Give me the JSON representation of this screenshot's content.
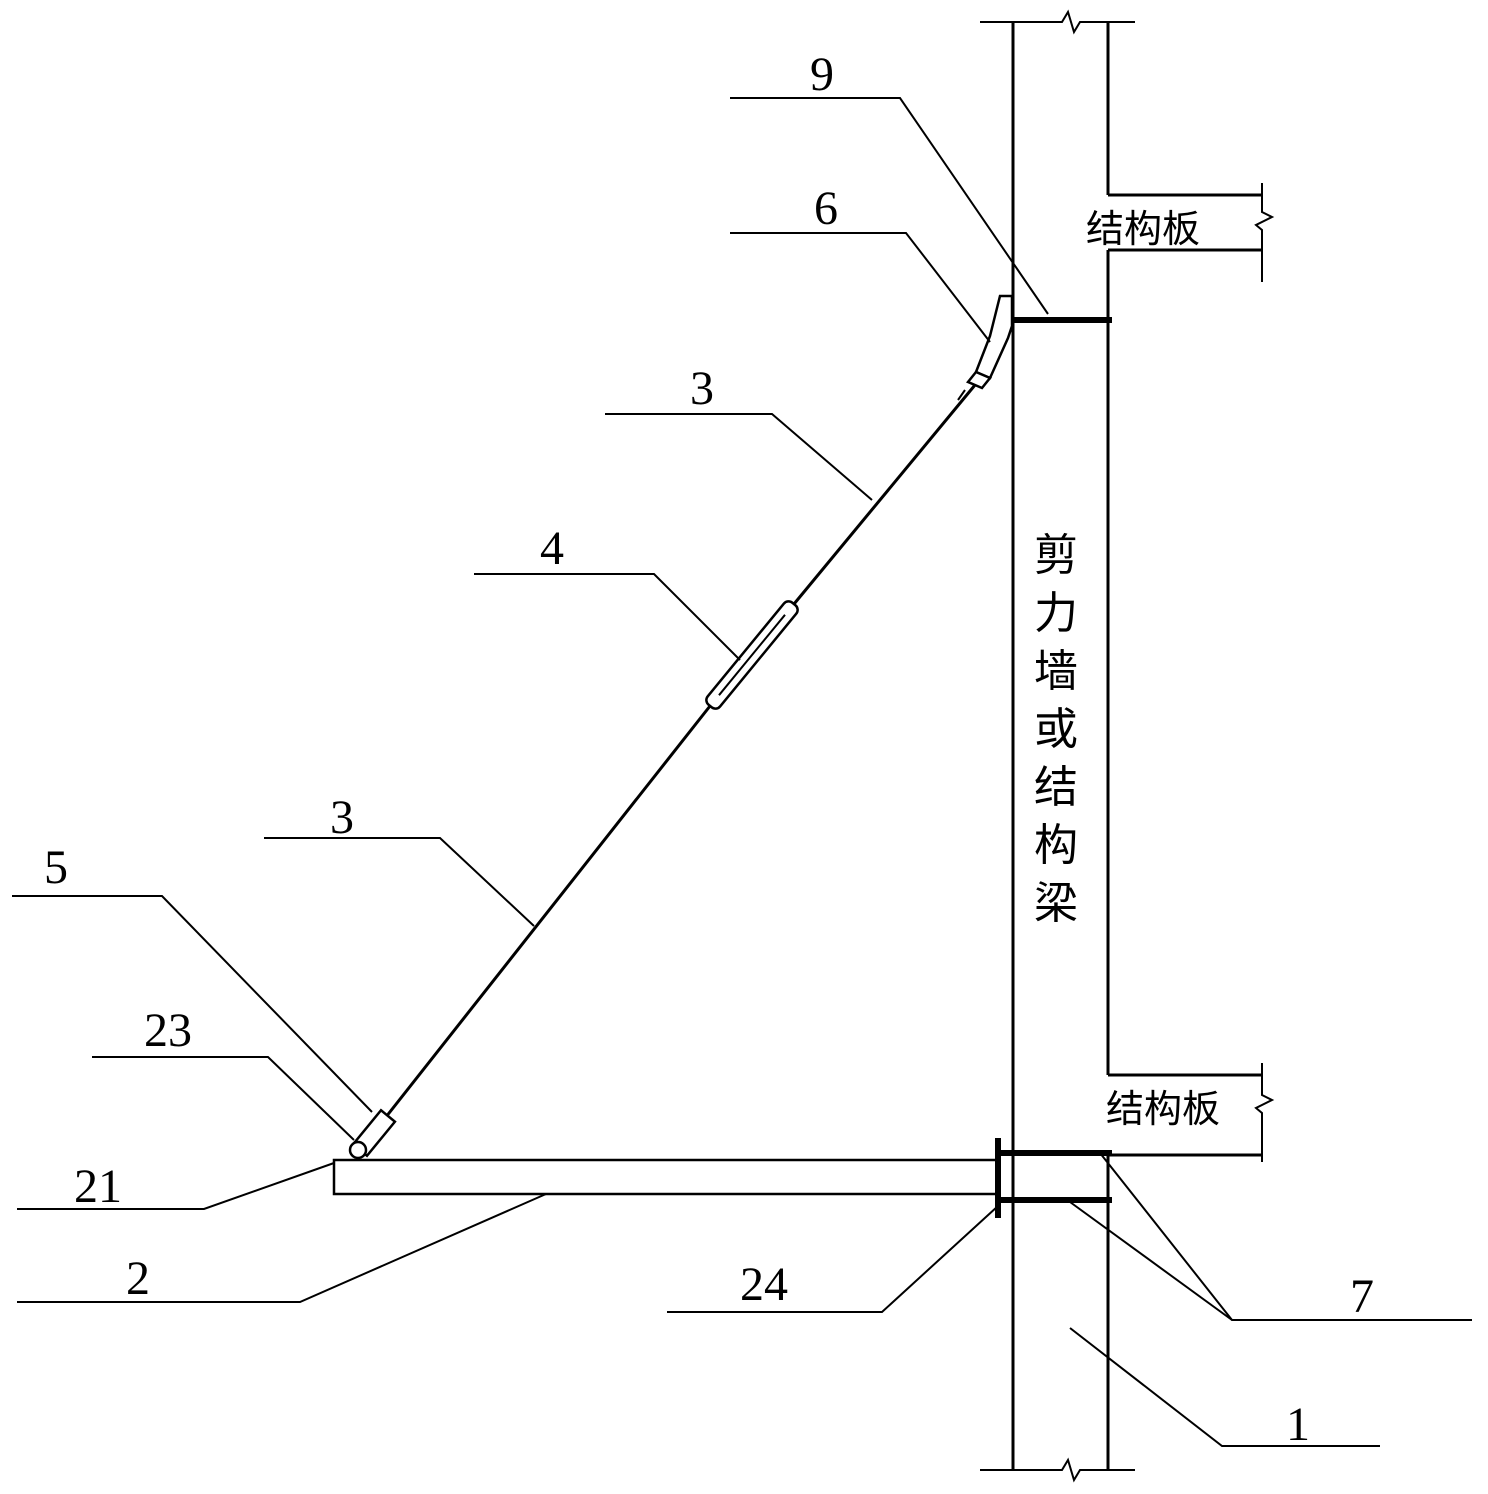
{
  "labels": {
    "wall_label": "剪力墙或结构梁",
    "slab_top": "结构板",
    "slab_bottom": "结构板",
    "n9": "9",
    "n6": "6",
    "n3_upper": "3",
    "n4": "4",
    "n3_lower": "3",
    "n5": "5",
    "n23": "23",
    "n21": "21",
    "n2": "2",
    "n24": "24",
    "n7": "7",
    "n1": "1"
  },
  "colors": {
    "line": "#000000",
    "background": "#ffffff"
  }
}
